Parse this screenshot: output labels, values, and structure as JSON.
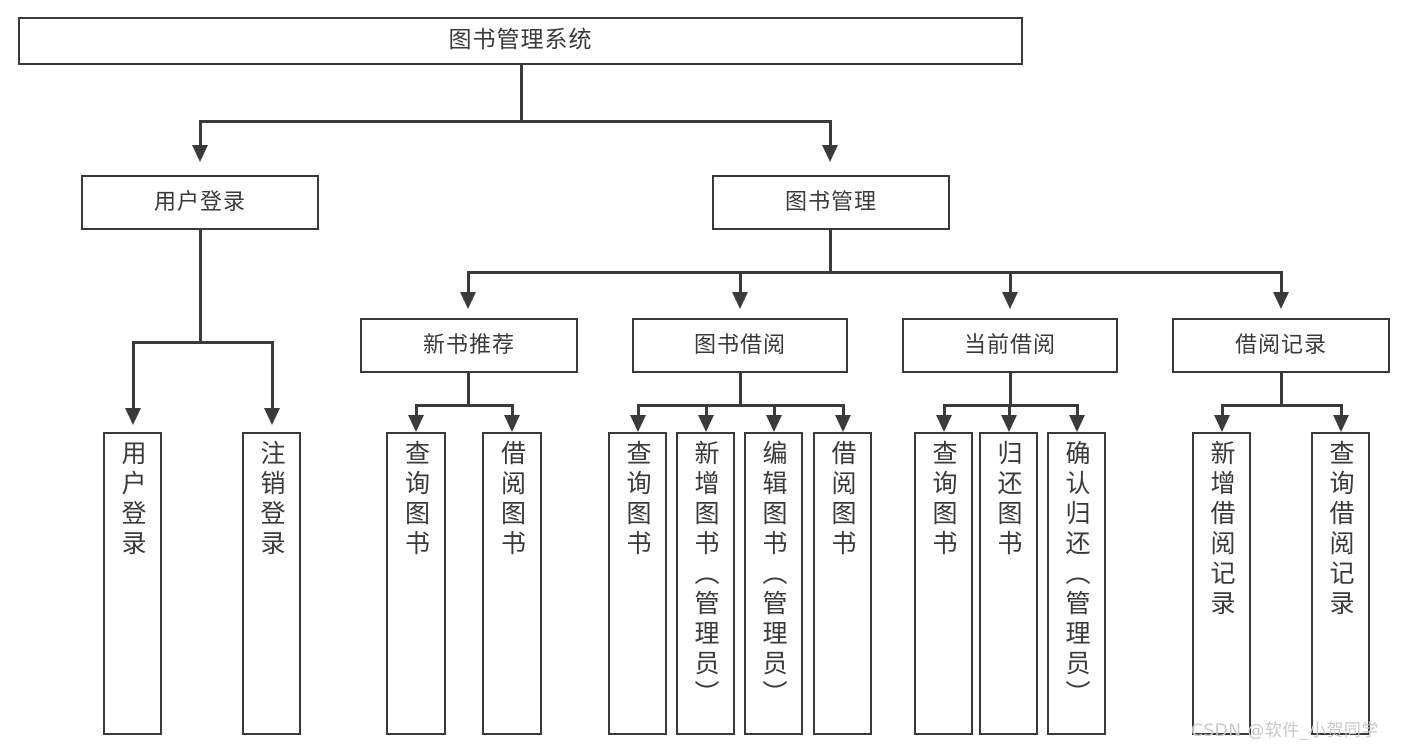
{
  "diagram": {
    "title": "图书管理系统",
    "type": "tree",
    "root": {
      "label": "图书管理系统"
    },
    "level1": [
      {
        "label": "用户登录"
      },
      {
        "label": "图书管理"
      }
    ],
    "level2": [
      {
        "label": "新书推荐"
      },
      {
        "label": "图书借阅"
      },
      {
        "label": "当前借阅"
      },
      {
        "label": "借阅记录"
      }
    ],
    "leaves": {
      "user_login": [
        {
          "label": "用户登录"
        },
        {
          "label": "注销登录"
        }
      ],
      "new_book_recommend": [
        {
          "label": "查询图书"
        },
        {
          "label": "借阅图书"
        }
      ],
      "book_borrow": [
        {
          "label": "查询图书"
        },
        {
          "label": "新增图书（管理员）"
        },
        {
          "label": "编辑图书（管理员）"
        },
        {
          "label": "借阅图书"
        }
      ],
      "current_borrow": [
        {
          "label": "查询图书"
        },
        {
          "label": "归还图书"
        },
        {
          "label": "确认归还（管理员）"
        }
      ],
      "borrow_record": [
        {
          "label": "新增借阅记录"
        },
        {
          "label": "查询借阅记录"
        }
      ]
    }
  },
  "watermark": {
    "text": "CSDN @软件_小贺同学"
  },
  "colors": {
    "stroke": "#3a3a3a",
    "text": "#3a3a3a",
    "background": "#ffffff",
    "watermark": "#c9c9c9"
  }
}
